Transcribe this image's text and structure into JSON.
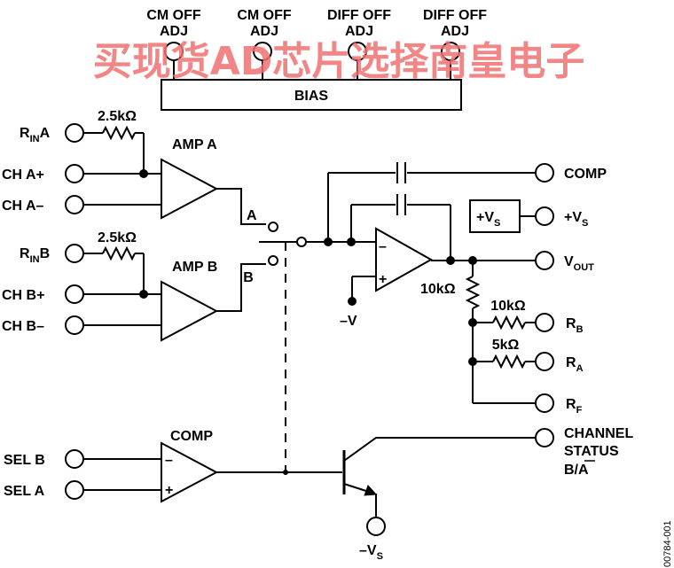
{
  "top_pins": [
    {
      "line1": "CM OFF",
      "line2": "ADJ"
    },
    {
      "line1": "CM OFF",
      "line2": "ADJ"
    },
    {
      "line1": "DIFF OFF",
      "line2": "ADJ"
    },
    {
      "line1": "DIFF OFF",
      "line2": "ADJ"
    }
  ],
  "watermark": "买现货AD芯片选择南皇电子",
  "bias_label": "BIAS",
  "amp_a": {
    "title": "AMP A",
    "resistor": "2.5kΩ",
    "rin_main": "R",
    "rin_sub": "IN",
    "rin_suffix": "A",
    "in_plus": "CH A+",
    "in_minus": "CH A–"
  },
  "amp_b": {
    "title": "AMP B",
    "resistor": "2.5kΩ",
    "rin_main": "R",
    "rin_sub": "IN",
    "rin_suffix": "B",
    "in_plus": "CH B+",
    "in_minus": "CH B–"
  },
  "switch": {
    "a": "A",
    "b": "B"
  },
  "output_amp": {
    "minus": "–",
    "plus": "+",
    "neg_supply": "–V"
  },
  "comp_pin": "COMP",
  "supply_box": {
    "main": "+V",
    "sub": "S"
  },
  "plus_vs_pin": {
    "main": "+V",
    "sub": "S"
  },
  "vout_pin": {
    "main": "V",
    "sub": "OUT"
  },
  "feedback_resistor": "10kΩ",
  "rb": {
    "resistor": "10kΩ",
    "main": "R",
    "sub": "B"
  },
  "ra": {
    "resistor": "5kΩ",
    "main": "R",
    "sub": "A"
  },
  "rf": {
    "main": "R",
    "sub": "F"
  },
  "comparator": {
    "title": "COMP",
    "minus": "–",
    "plus": "+",
    "sel_b": "SEL B",
    "sel_a": "SEL A"
  },
  "channel_status": {
    "line1": "CHANNEL",
    "line2": "STATUS",
    "line3": "B/A"
  },
  "neg_vs": {
    "main": "–V",
    "sub": "S"
  },
  "figure_id": "00784-001"
}
